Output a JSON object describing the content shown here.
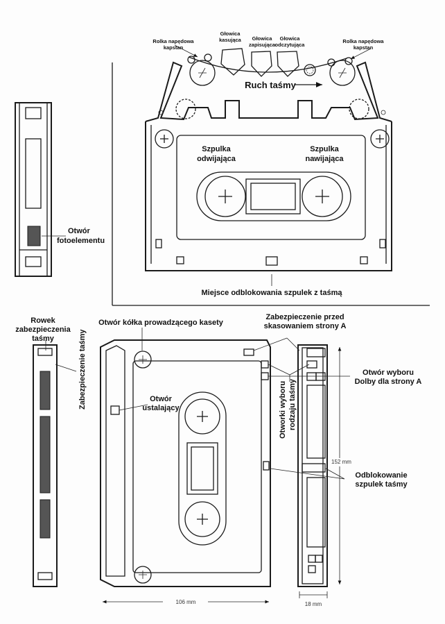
{
  "top": {
    "heads": {
      "erase": [
        "Głowica",
        "kasująca"
      ],
      "record": [
        "Głowica",
        "zapisująca"
      ],
      "play": [
        "Głowica",
        "odczytująca"
      ]
    },
    "capstan_left": [
      "Rolka napędowa",
      "kapstan"
    ],
    "capstan_right": [
      "Rolka napędowa",
      "kapstan"
    ],
    "tape_motion": "Ruch taśmy",
    "supply_reel": [
      "Szpulka",
      "odwijająca"
    ],
    "takeup_reel": [
      "Szpulka",
      "nawijająca"
    ],
    "reel_release": "Miejsce odblokowania szpulek z taśmą",
    "photo_hole": [
      "Otwór",
      "fotoelementu"
    ]
  },
  "bottom": {
    "groove": [
      "Rowek",
      "zabezpieczenia",
      "taśmy"
    ],
    "tape_guard": "Zabezpieczenie taśmy",
    "guide_hole": "Otwór kółka prowadzącego kasety",
    "locating_hole": [
      "Otwór",
      "ustalający"
    ],
    "erase_protect": [
      "Zabezpieczenie przed",
      "skasowaniem strony A"
    ],
    "tape_type_holes": [
      "Otworki wyboru",
      "rodzaju taśmy"
    ],
    "dolby_hole": [
      "Otwór wyboru",
      "Dolby dla strony A"
    ],
    "reel_unlock": [
      "Odblokowanie",
      "szpulek taśmy"
    ],
    "dim_height": "152 mm",
    "dim_width": "106 mm",
    "dim_depth": "18 mm"
  }
}
